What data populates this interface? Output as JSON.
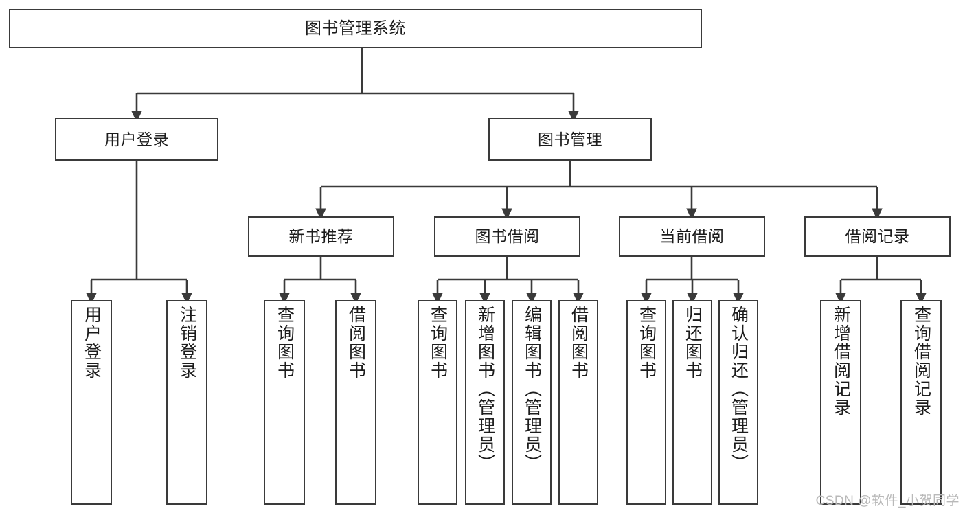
{
  "diagram": {
    "title": "图书管理系统",
    "type": "function-hierarchy-tree",
    "orientation": "top-down",
    "colors": {
      "stroke": "#3a3a3a",
      "fill": "#ffffff",
      "text": "#1c1c1c",
      "watermark": "#b9b9b9"
    }
  },
  "watermark": {
    "text": "CSDN @软件_小贺同学"
  },
  "nodes": {
    "root": {
      "label": "图书管理系统",
      "level": 0
    },
    "l1": [
      {
        "id": "user-login",
        "label": "用户登录",
        "level": 1
      },
      {
        "id": "book-manage",
        "label": "图书管理",
        "level": 1
      }
    ],
    "l2": [
      {
        "id": "new-book-recommend",
        "label": "新书推荐",
        "level": 2,
        "parent": "book-manage"
      },
      {
        "id": "book-borrow",
        "label": "图书借阅",
        "level": 2,
        "parent": "book-manage"
      },
      {
        "id": "current-borrow",
        "label": "当前借阅",
        "level": 2,
        "parent": "book-manage"
      },
      {
        "id": "borrow-record",
        "label": "借阅记录",
        "level": 2,
        "parent": "book-manage"
      }
    ],
    "leaves": [
      {
        "id": "leaf-user-login",
        "label": "用户登录",
        "parent": "user-login"
      },
      {
        "id": "leaf-logout",
        "label": "注销登录",
        "parent": "user-login"
      },
      {
        "id": "leaf-query-book-1",
        "label": "查询图书",
        "parent": "new-book-recommend"
      },
      {
        "id": "leaf-borrow-book-1",
        "label": "借阅图书",
        "parent": "new-book-recommend"
      },
      {
        "id": "leaf-query-book-2",
        "label": "查询图书",
        "parent": "book-borrow"
      },
      {
        "id": "leaf-add-book",
        "label": "新增图书（管理员）",
        "parent": "book-borrow"
      },
      {
        "id": "leaf-edit-book",
        "label": "编辑图书（管理员）",
        "parent": "book-borrow"
      },
      {
        "id": "leaf-borrow-book-2",
        "label": "借阅图书",
        "parent": "book-borrow"
      },
      {
        "id": "leaf-query-book-3",
        "label": "查询图书",
        "parent": "current-borrow"
      },
      {
        "id": "leaf-return-book",
        "label": "归还图书",
        "parent": "current-borrow"
      },
      {
        "id": "leaf-confirm-return",
        "label": "确认归还（管理员）",
        "parent": "current-borrow"
      },
      {
        "id": "leaf-add-record",
        "label": "新增借阅记录",
        "parent": "borrow-record"
      },
      {
        "id": "leaf-query-record",
        "label": "查询借阅记录",
        "parent": "borrow-record"
      }
    ]
  }
}
